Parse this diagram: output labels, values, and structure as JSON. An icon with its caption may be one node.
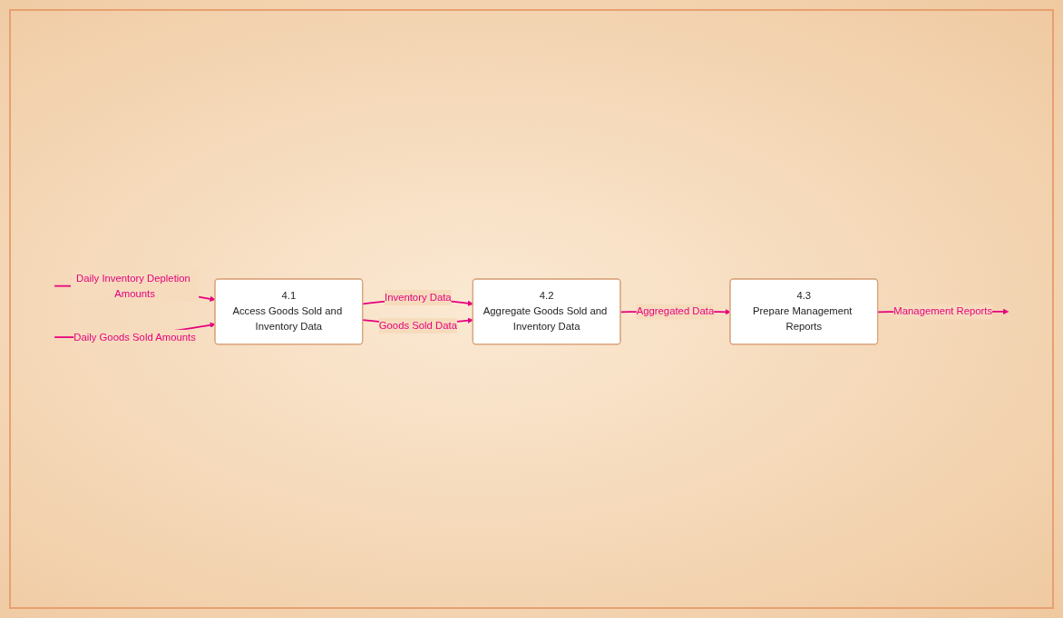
{
  "diagram": {
    "nodes": [
      {
        "text": [
          "4.1",
          "Access Goods Sold and Inventory Data"
        ]
      },
      {
        "text": [
          "4.2",
          "Aggregate Goods Sold and Inventory Data"
        ]
      },
      {
        "text": [
          "4.3",
          "Prepare Management Reports"
        ]
      }
    ],
    "edges": [
      {
        "from": null,
        "to": 0,
        "arrow": "to",
        "label": "Daily Inventory Depletion Amounts"
      },
      {
        "from": null,
        "to": 0,
        "arrow": "to",
        "label": "Daily Goods Sold Amounts"
      },
      {
        "from": 0,
        "to": 1,
        "arrow": "to",
        "label": "Inventory Data"
      },
      {
        "from": 0,
        "to": 1,
        "arrow": "to",
        "label": "Goods Sold Data"
      },
      {
        "from": 1,
        "to": 2,
        "arrow": "to",
        "label": "Aggregated Data"
      },
      {
        "from": 2,
        "to": null,
        "arrow": "to",
        "label": "Management Reports"
      }
    ]
  }
}
